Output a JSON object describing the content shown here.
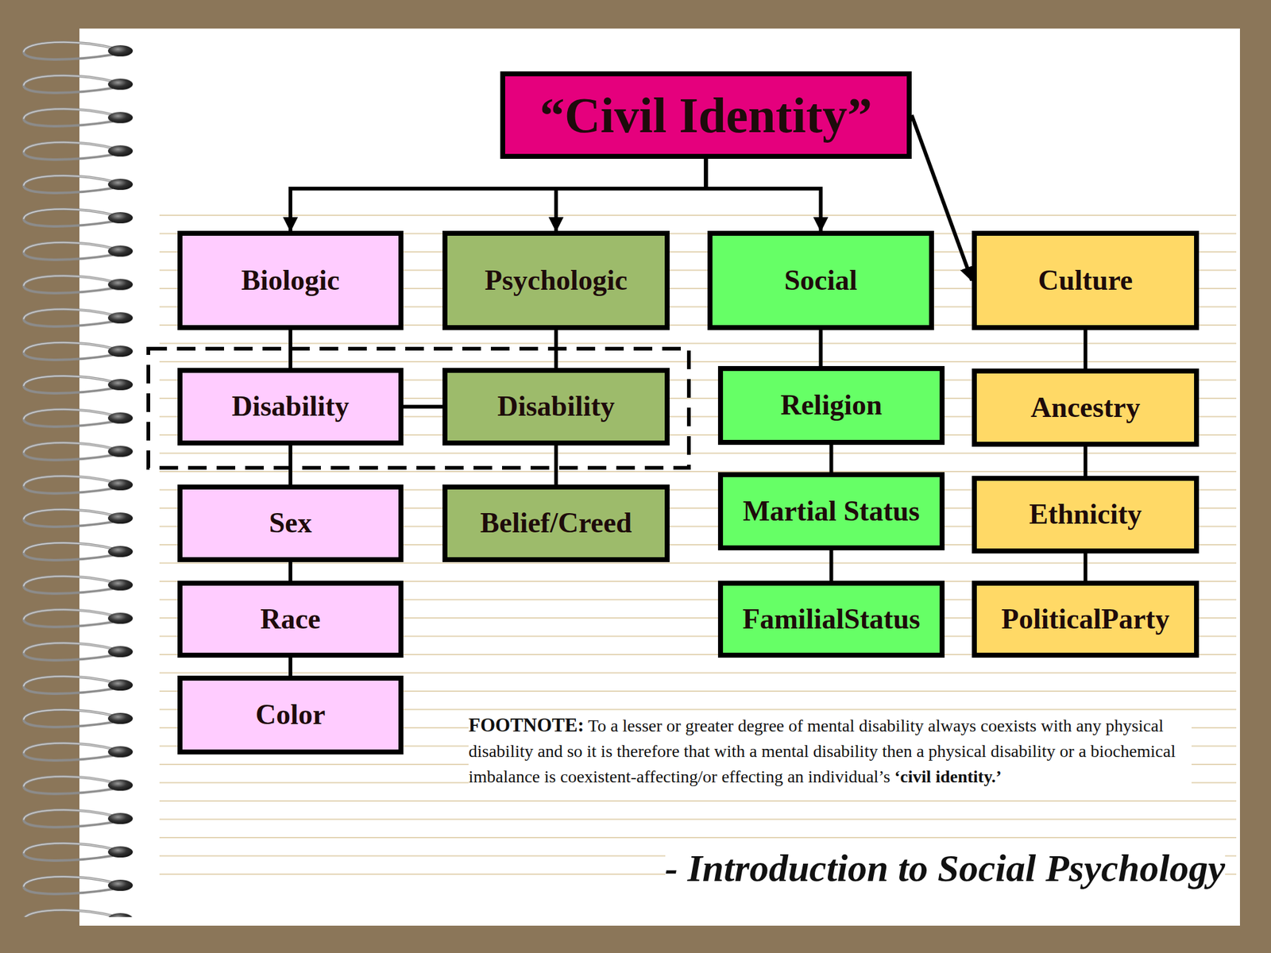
{
  "diagram": {
    "caption": "- Introduction to Social Psychology",
    "nodes": [
      {
        "text": [
          "“Civil Identity”"
        ]
      },
      {
        "text": [
          "Biologic"
        ]
      },
      {
        "text": [
          "Psychologic"
        ]
      },
      {
        "text": [
          "Social"
        ]
      },
      {
        "text": [
          "Culture"
        ]
      },
      {
        "text": [
          "Disability"
        ]
      },
      {
        "text": [
          "Disability"
        ]
      },
      {
        "text": [
          "Religion"
        ]
      },
      {
        "text": [
          "Ancestry"
        ]
      },
      {
        "text": [
          "Sex"
        ]
      },
      {
        "text": [
          "Belief/Creed"
        ]
      },
      {
        "text": [
          "Martial Status"
        ]
      },
      {
        "text": [
          "Ethnicity"
        ]
      },
      {
        "text": [
          "Race"
        ]
      },
      {
        "text": [
          "FamilialStatus"
        ]
      },
      {
        "text": [
          "PoliticalParty"
        ]
      },
      {
        "text": [
          "Color"
        ]
      }
    ],
    "edges": [
      {
        "from": 0,
        "to": 1,
        "arrow": "to"
      },
      {
        "from": 0,
        "to": 2,
        "arrow": "to"
      },
      {
        "from": 0,
        "to": 3,
        "arrow": "to"
      },
      {
        "from": 0,
        "to": 4,
        "arrow": "to"
      },
      {
        "from": 1,
        "to": 5,
        "arrow": "none"
      },
      {
        "from": 2,
        "to": 6,
        "arrow": "none"
      },
      {
        "from": 5,
        "to": 6,
        "arrow": "none"
      },
      {
        "from": 3,
        "to": 7,
        "arrow": "none"
      },
      {
        "from": 4,
        "to": 8,
        "arrow": "none"
      },
      {
        "from": 5,
        "to": 9,
        "arrow": "none"
      },
      {
        "from": 6,
        "to": 10,
        "arrow": "none"
      },
      {
        "from": 7,
        "to": 11,
        "arrow": "none"
      },
      {
        "from": 8,
        "to": 12,
        "arrow": "none"
      },
      {
        "from": 9,
        "to": 13,
        "arrow": "none"
      },
      {
        "from": 11,
        "to": 14,
        "arrow": "none"
      },
      {
        "from": 12,
        "to": 15,
        "arrow": "none"
      },
      {
        "from": 13,
        "to": 16,
        "arrow": "none"
      }
    ],
    "labels": [
      "FOOTNOTE:",
      "To a lesser or greater degree of mental disability always coexists with any physical disability and so it is therefore that with a mental disability then a physical disability or a biochemical imbalance is coexistent-affecting/or effecting an individual’s",
      "‘civil identity.’"
    ]
  }
}
